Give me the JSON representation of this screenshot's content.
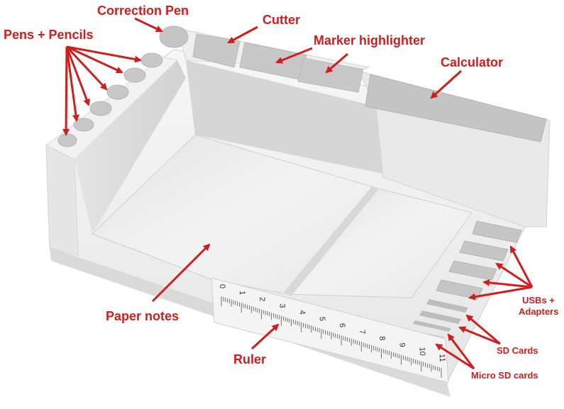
{
  "labels": {
    "correction_pen": "Correction Pen",
    "pens_pencils": "Pens + Pencils",
    "cutter": "Cutter",
    "marker_highlighter": "Marker highlighter",
    "calculator": "Calculator",
    "paper_notes": "Paper notes",
    "ruler": "Ruler",
    "usbs_line1": "USBs +",
    "usbs_line2": "Adapters",
    "sd_cards": "SD Cards",
    "micro_sd_cards": "Micro SD cards"
  },
  "ruler_numbers": [
    "0",
    "1",
    "2",
    "3",
    "4",
    "5",
    "6",
    "7",
    "8",
    "9",
    "10",
    "11"
  ],
  "colors": {
    "annotation": "#d01e1e",
    "body": "#ececec",
    "shadow": "#c9c9c9"
  }
}
